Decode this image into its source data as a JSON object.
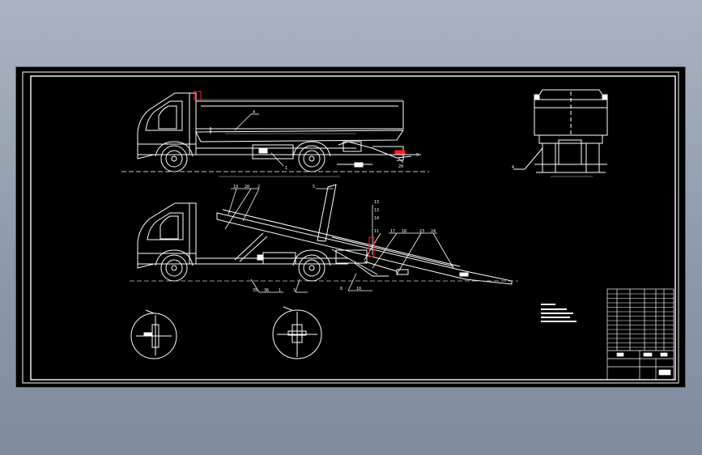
{
  "colors": {
    "paper": "#000000",
    "line": "#ffffff",
    "accent": "#ff2020",
    "dim": "#c8c8c8",
    "desktop": "#8f9aac"
  },
  "balloons_top": [
    "4",
    "1",
    "9",
    "20"
  ],
  "balloons_bottom_upper": [
    "19",
    "20",
    "2",
    "5",
    "13",
    "13",
    "14",
    "11",
    "17",
    "18",
    "23",
    "24"
  ],
  "balloons_bottom_lower": [
    "35",
    "36",
    "1",
    "3",
    "8",
    "10"
  ],
  "balloons_rear": [
    "4"
  ]
}
